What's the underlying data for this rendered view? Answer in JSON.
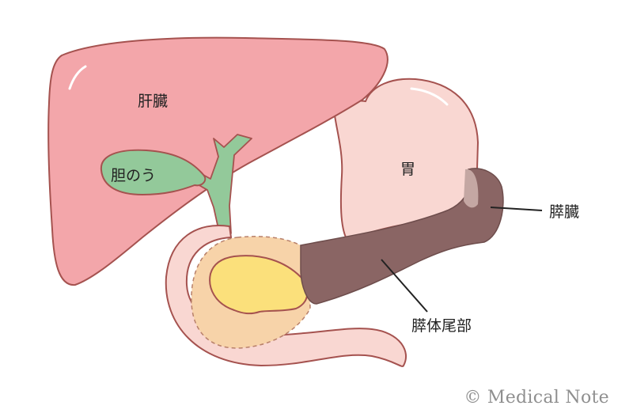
{
  "labels": {
    "liver": "肝臓",
    "gallbladder": "胆のう",
    "stomach": "胃",
    "pancreas": "膵臓",
    "pancreas_body_tail": "膵体尾部"
  },
  "credit": "© Medical Note",
  "colors": {
    "liver": "#f3a6aa",
    "gallbladder": "#93c99a",
    "stomach": "#f9d7d2",
    "duodenum": "#f9d7d2",
    "pancreas_head": "#f7d3a9",
    "pancreas_head_inner": "#fbe07b",
    "pancreas_body_tail": "#8a6564",
    "outline": "#a5524f"
  }
}
